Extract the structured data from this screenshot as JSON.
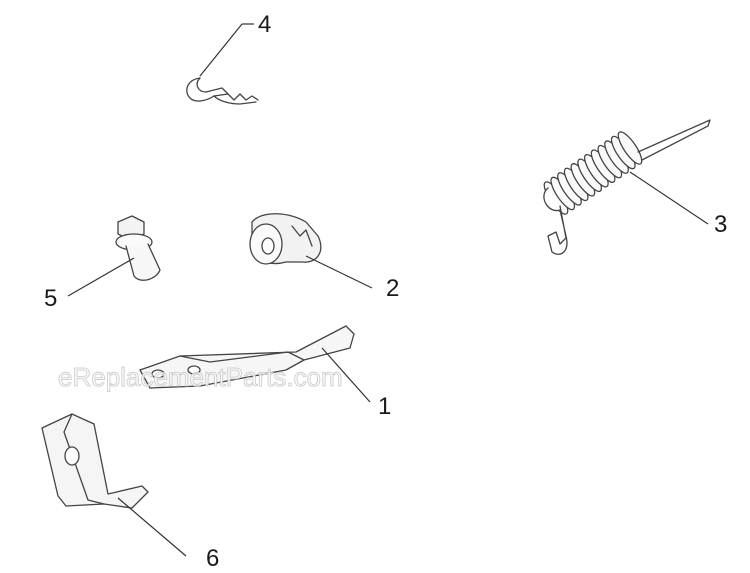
{
  "watermark": "eReplacementParts.com",
  "callouts": [
    {
      "id": "1",
      "label": "1",
      "part": "link-plate"
    },
    {
      "id": "2",
      "label": "2",
      "part": "bushing"
    },
    {
      "id": "3",
      "label": "3",
      "part": "extension-spring"
    },
    {
      "id": "4",
      "label": "4",
      "part": "hairpin-clip"
    },
    {
      "id": "5",
      "label": "5",
      "part": "flange-bolt"
    },
    {
      "id": "6",
      "label": "6",
      "part": "angle-bracket"
    }
  ]
}
